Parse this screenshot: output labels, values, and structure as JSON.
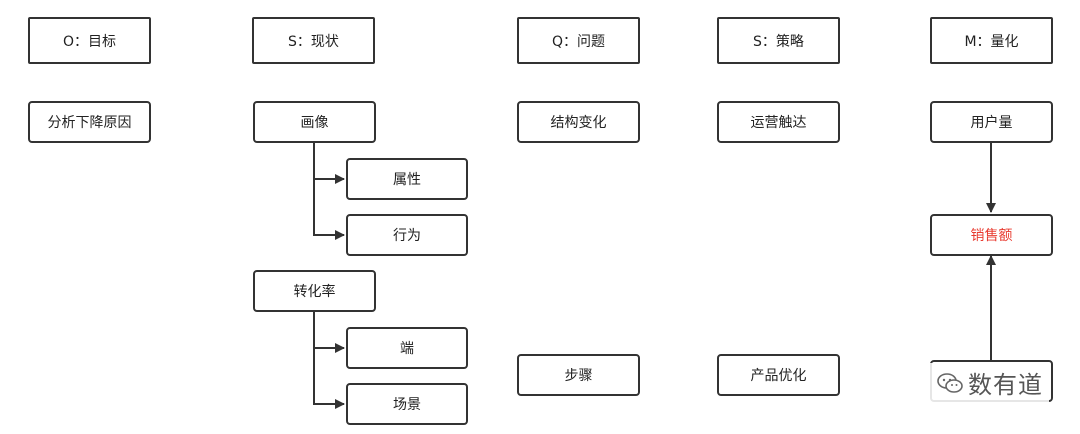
{
  "headers": {
    "o": "O：目标",
    "s1": "S：现状",
    "q": "Q：问题",
    "s2": "S：策略",
    "m": "M：量化"
  },
  "nodes": {
    "analysis": "分析下降原因",
    "portrait": "画像",
    "attribute": "属性",
    "behavior": "行为",
    "conversion": "转化率",
    "terminal": "端",
    "scene": "场景",
    "structure_change": "结构变化",
    "steps": "步骤",
    "ops_reach": "运营触达",
    "product_opt": "产品优化",
    "user_volume": "用户量",
    "sales": "销售额"
  },
  "watermark": {
    "text": "数有道",
    "icon": "wechat-icon"
  },
  "colors": {
    "border": "#333333",
    "highlight": "#e83a2f"
  }
}
